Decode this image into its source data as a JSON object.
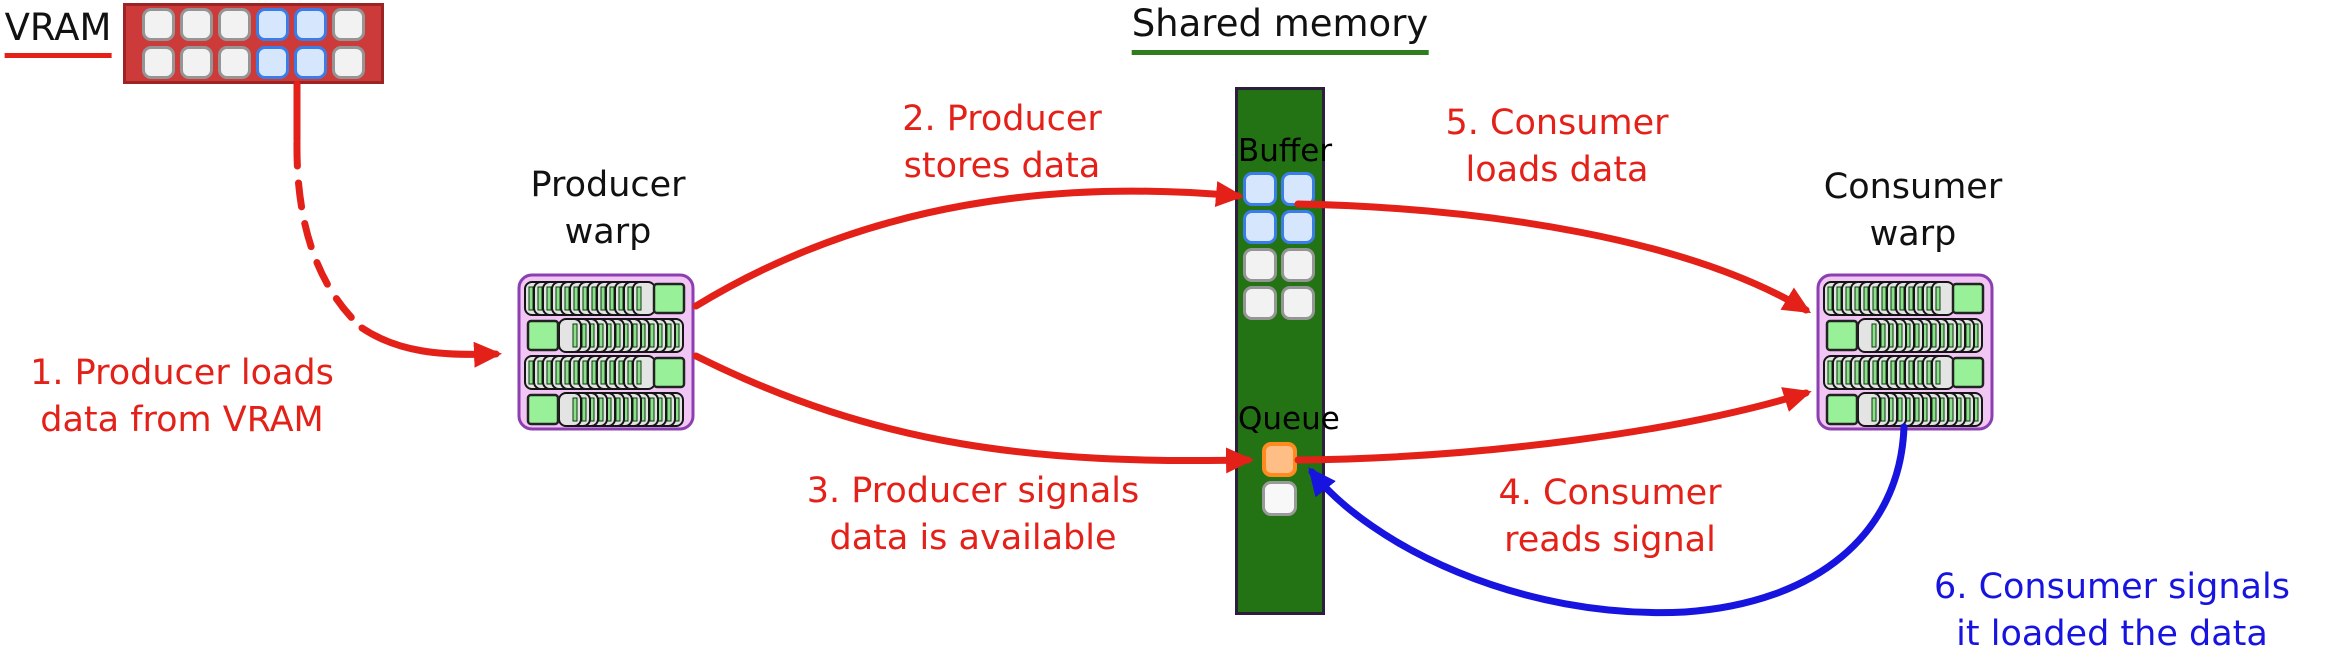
{
  "colors": {
    "red": "#e32119",
    "blue": "#1714e0",
    "green_dark": "#237315",
    "green_underline": "#2f7d1f",
    "vram_fill": "#cc3a3a",
    "vram_border": "#9c2424",
    "queue_orange_fill": "#ffbe85",
    "queue_orange_border": "#ff8b1f",
    "warp_fill": "#f2c6f4",
    "warp_border": "#8c3fb0"
  },
  "vram": {
    "label": "VRAM",
    "grid": {
      "rows": 2,
      "cols": 6,
      "highlighted_cols": [
        3,
        4
      ]
    }
  },
  "shared_memory": {
    "title": "Shared memory",
    "buffer": {
      "label": "Buffer",
      "rows": 4,
      "cols": 2,
      "highlighted_rows": [
        0,
        1
      ]
    },
    "queue": {
      "label": "Queue",
      "cells": [
        "orange",
        "white"
      ]
    }
  },
  "producer": {
    "line1": "Producer",
    "line2": "warp",
    "icon": "warp-threads-icon"
  },
  "consumer": {
    "line1": "Consumer",
    "line2": "warp",
    "icon": "warp-threads-icon"
  },
  "steps": {
    "s1": {
      "line1": "1. Producer loads",
      "line2": "data from VRAM"
    },
    "s2": {
      "line1": "2. Producer",
      "line2": "stores data"
    },
    "s3": {
      "line1": "3. Producer signals",
      "line2": "data is available"
    },
    "s4": {
      "line1": "4. Consumer",
      "line2": "reads signal"
    },
    "s5": {
      "line1": "5. Consumer",
      "line2": "loads data"
    },
    "s6": {
      "line1": "6. Consumer signals",
      "line2": "it loaded the data"
    }
  }
}
